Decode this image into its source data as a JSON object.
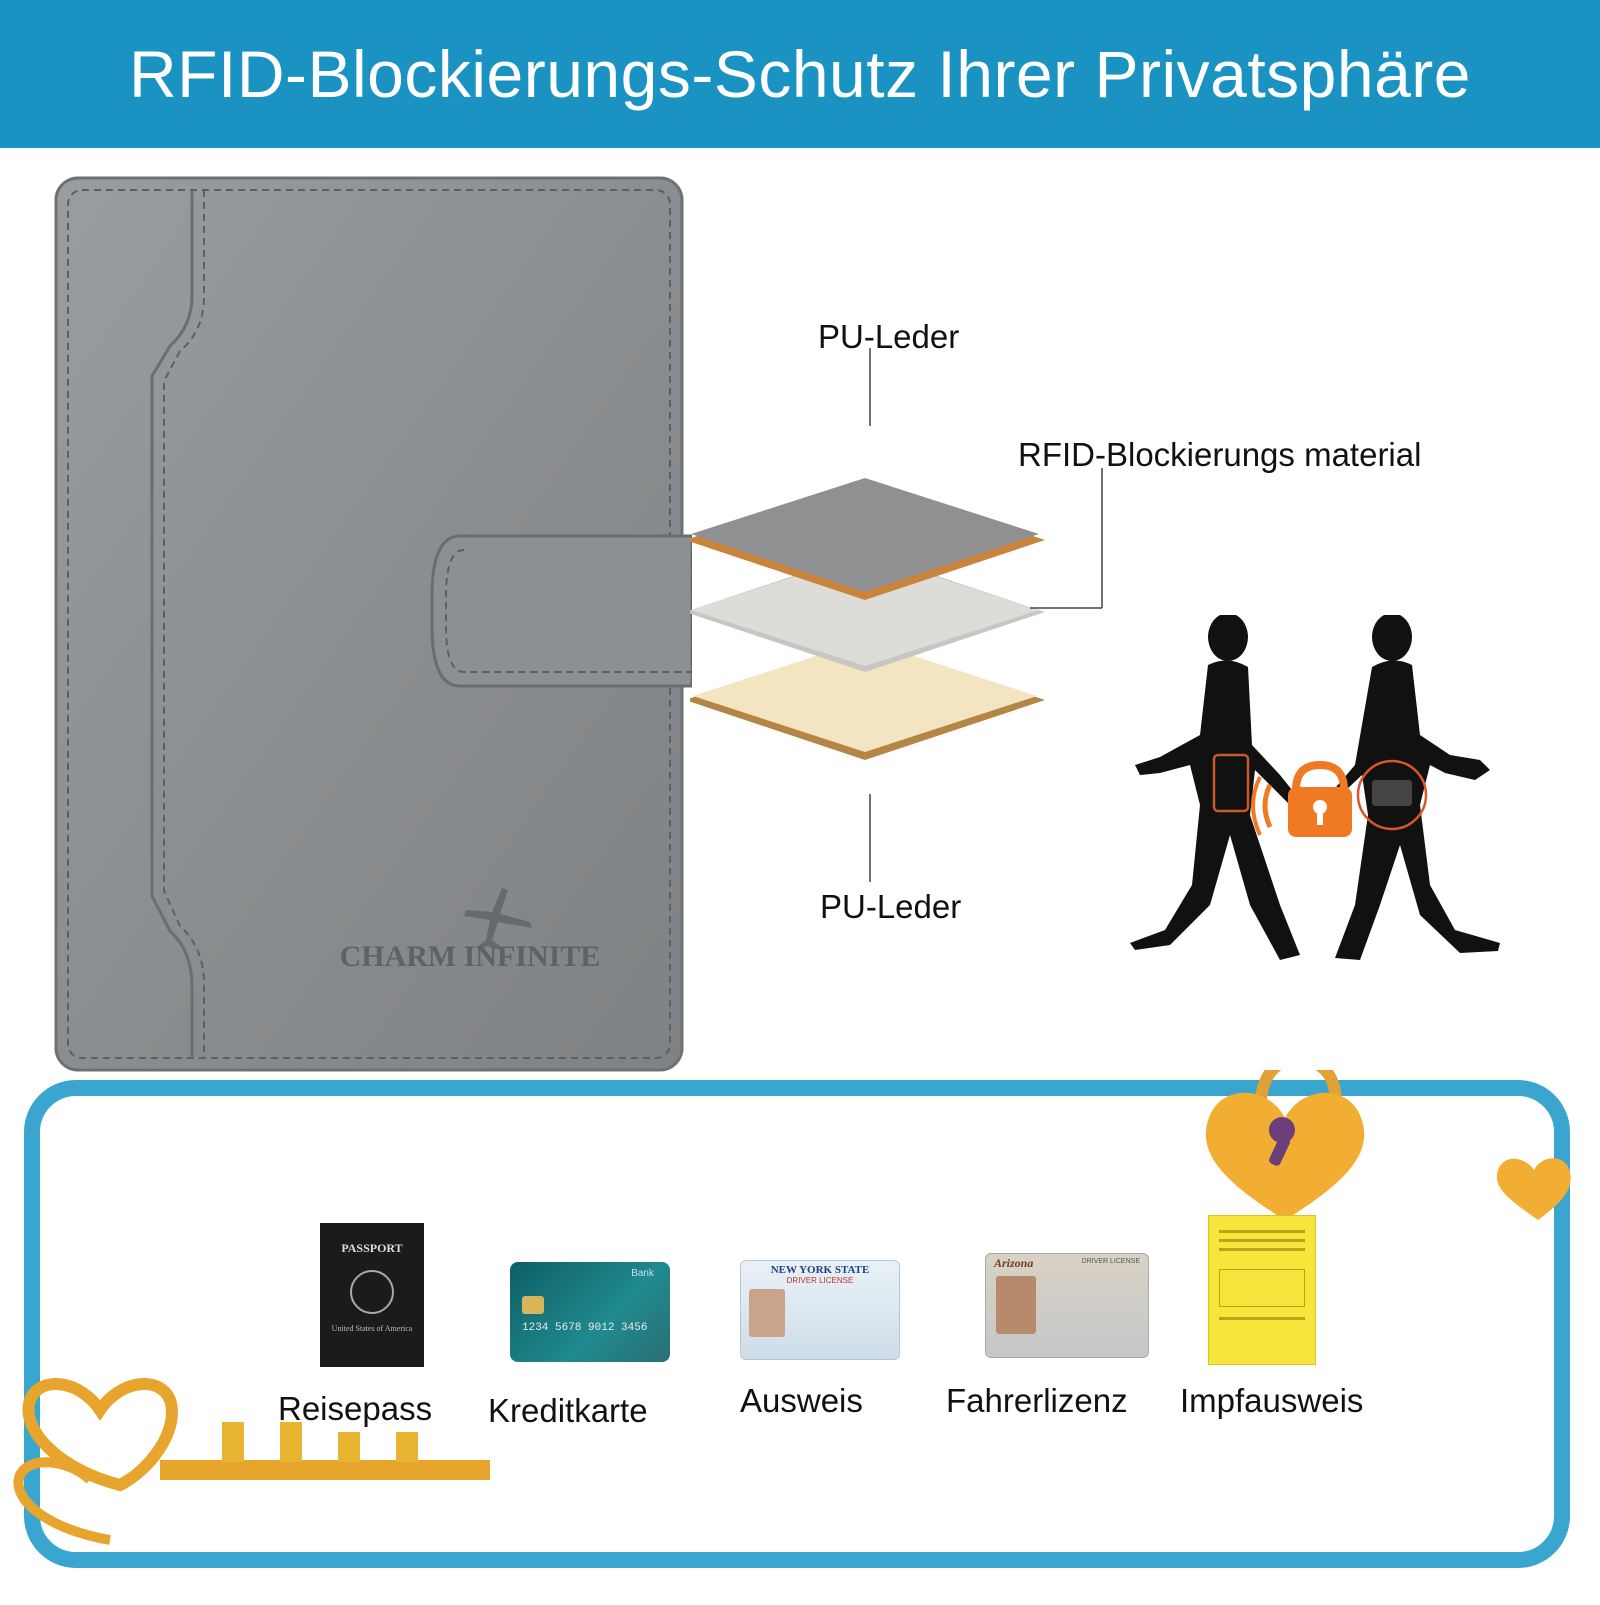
{
  "banner": {
    "title": "RFID-Blockierungs-Schutz Ihrer Privatsphäre",
    "bg_color": "#1a93c2"
  },
  "wallet": {
    "brand": "CHARM INFINITE",
    "emboss_icon": "airplane-icon",
    "color": "#8f9294"
  },
  "layers": {
    "top_label": "PU-Leder",
    "middle_label": "RFID-Blockierungs material",
    "bottom_label": "PU-Leder"
  },
  "illustration": {
    "icons": [
      "walking-person-icon",
      "walking-person-icon",
      "lock-icon",
      "card-reader-icon"
    ],
    "accent_color": "#f07a24"
  },
  "documents": {
    "frame_color": "#3aa6cf",
    "items": [
      {
        "label": "Reisepass",
        "image_text": "PASSPORT",
        "sub_text": "United States of America"
      },
      {
        "label": "Kreditkarte",
        "image_text": "Bank",
        "sub_text": "1234 5678 9012 3456"
      },
      {
        "label": "Ausweis",
        "image_text": "NEW YORK STATE",
        "sub_text": "DRIVER LICENSE"
      },
      {
        "label": "Fahrerlizenz",
        "image_text": "Arizona",
        "sub_text": "DRIVER LICENSE"
      },
      {
        "label": "Impfausweis",
        "image_text": "",
        "sub_text": ""
      }
    ]
  }
}
